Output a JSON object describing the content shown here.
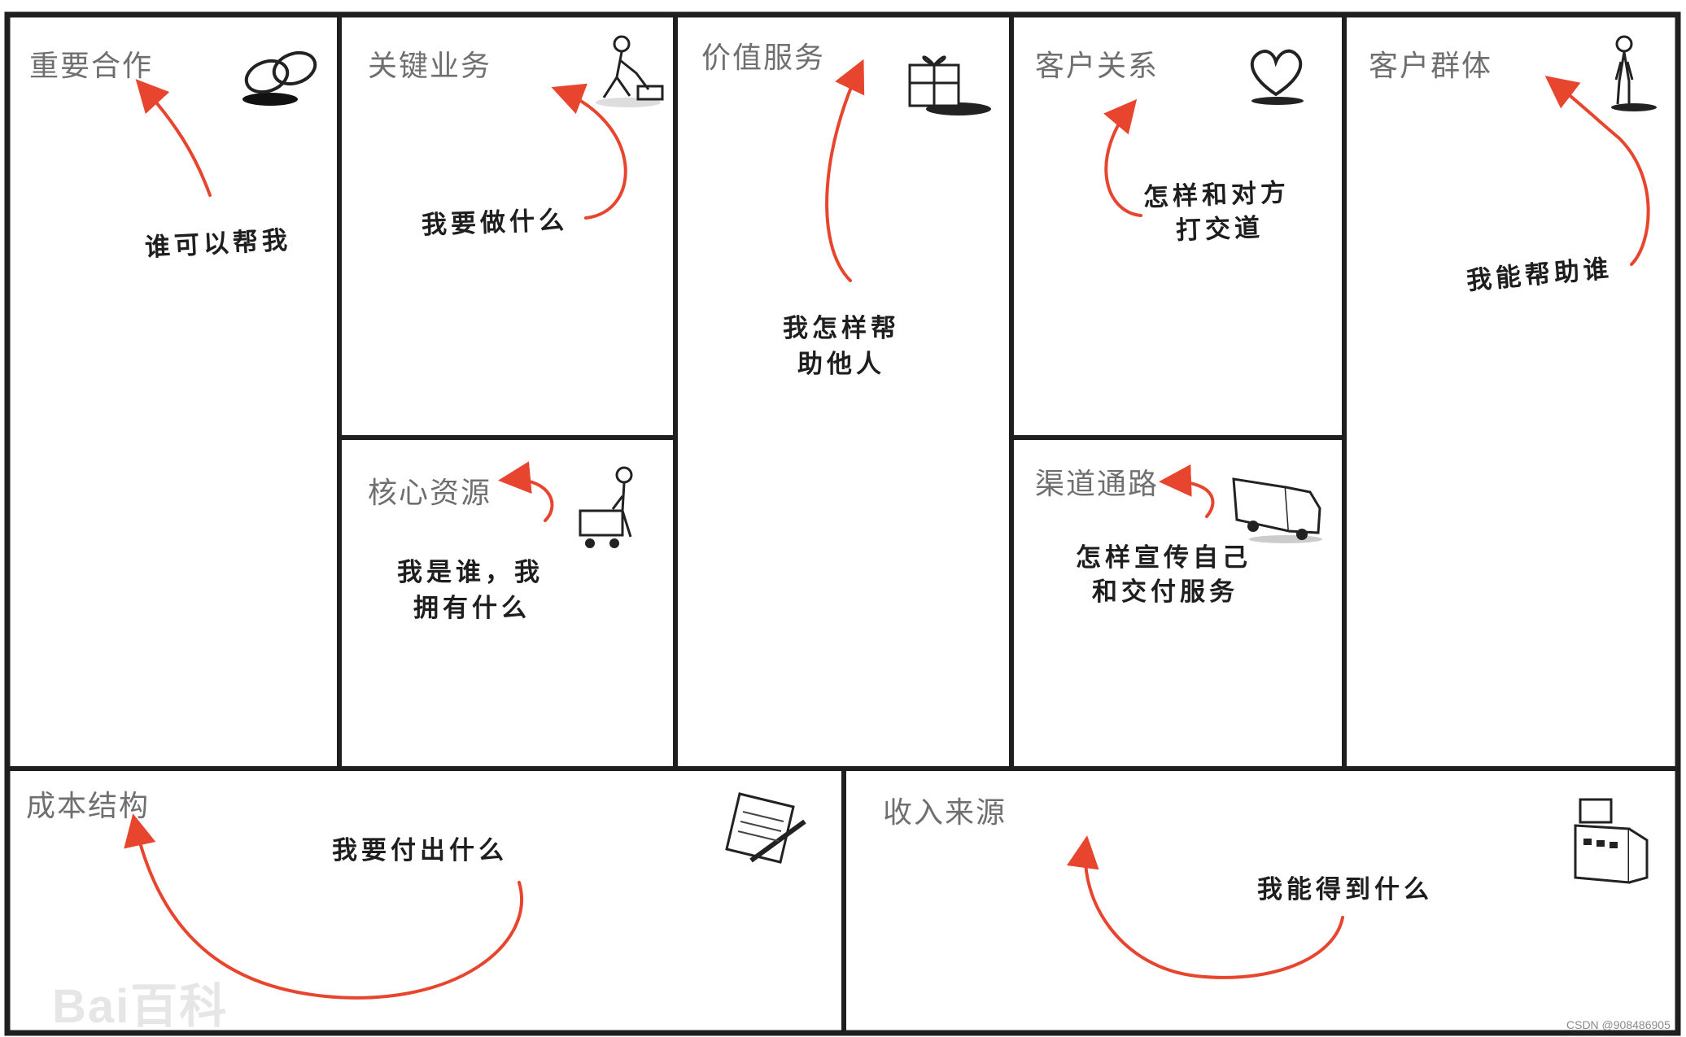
{
  "colors": {
    "frame": "#1f1f1f",
    "arrow": "#e8452f",
    "title_text": "#6f6f6f",
    "hand_text": "#1e1e1e"
  },
  "blocks": {
    "key_partners": {
      "title": "重要合作",
      "question": "谁可以帮我",
      "icon": "chain-links-icon"
    },
    "key_activities": {
      "title": "关键业务",
      "question": "我要做什么",
      "icon": "worker-icon"
    },
    "key_resources": {
      "title": "核心资源",
      "question_line1": "我是谁，我",
      "question_line2": "拥有什么",
      "icon": "cart-worker-icon"
    },
    "value_propositions": {
      "title": "价值服务",
      "question_line1": "我怎样帮",
      "question_line2": "助他人",
      "icon": "gift-box-icon"
    },
    "customer_relationships": {
      "title": "客户关系",
      "question_line1": "怎样和对方",
      "question_line2": "打交道",
      "icon": "heart-icon"
    },
    "channels": {
      "title": "渠道通路",
      "question_line1": "怎样宣传自己",
      "question_line2": "和交付服务",
      "icon": "truck-icon"
    },
    "customer_segments": {
      "title": "客户群体",
      "question": "我能帮助谁",
      "icon": "person-icon"
    },
    "cost_structure": {
      "title": "成本结构",
      "question": "我要付出什么",
      "icon": "document-icon"
    },
    "revenue_streams": {
      "title": "收入来源",
      "question": "我能得到什么",
      "icon": "cash-register-icon"
    }
  },
  "watermark": "Bai百科",
  "credit": "CSDN @908486905"
}
